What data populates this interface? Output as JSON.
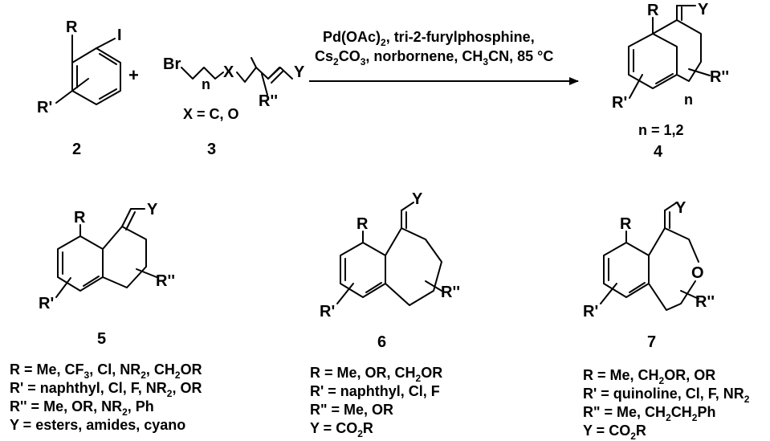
{
  "scheme": {
    "reaction": {
      "conditions_line1": "Pd(OAc)",
      "conditions_line1_sub": "2",
      "conditions_line1_tail": ", tri-2-furylphosphine,",
      "conditions_line2_a": "Cs",
      "conditions_line2_sub1": "2",
      "conditions_line2_b": "CO",
      "conditions_line2_sub2": "3",
      "conditions_line2_c": ", norbornene, CH",
      "conditions_line2_sub3": "3",
      "conditions_line2_d": "CN, 85 °C"
    },
    "compound_2": {
      "number": "2",
      "atom_R": "R",
      "atom_I": "I",
      "atom_Rp": "R'"
    },
    "plus": "+",
    "compound_3": {
      "number": "3",
      "atom_Br": "Br",
      "atom_X": "X",
      "atom_n": "n",
      "atom_Y": "Y",
      "atom_Rpp": "R''",
      "note": "X = C, O"
    },
    "compound_4": {
      "number": "4",
      "atom_R": "R",
      "atom_Y": "Y",
      "atom_Rp": "R'",
      "atom_Rpp": "R''",
      "atom_n": "n",
      "note": "n = 1,2"
    },
    "compound_5": {
      "number": "5",
      "atom_R": "R",
      "atom_Y": "Y",
      "atom_Rp": "R'",
      "atom_Rpp": "R''",
      "desc": [
        {
          "a": "R = Me, CF",
          "s": "3",
          "b": ", Cl, NR",
          "s2": "2",
          "c": ", CH",
          "s3": "2",
          "d": "OR"
        },
        {
          "a": "R' = naphthyl, Cl, F, NR",
          "s": "2",
          "b": ", OR"
        },
        {
          "a": "R'' = Me, OR, NR",
          "s": "2",
          "b": ", Ph"
        },
        {
          "a": "Y = esters, amides, cyano"
        }
      ]
    },
    "compound_6": {
      "number": "6",
      "atom_R": "R",
      "atom_Y": "Y",
      "atom_Rp": "R'",
      "atom_Rpp": "R''",
      "desc": [
        {
          "a": "R = Me, OR, CH",
          "s": "2",
          "b": "OR"
        },
        {
          "a": "R' = naphthyl, Cl, F"
        },
        {
          "a": "R\" = Me, OR"
        },
        {
          "a": "Y = CO",
          "s": "2",
          "b": "R"
        }
      ]
    },
    "compound_7": {
      "number": "7",
      "atom_R": "R",
      "atom_Y": "Y",
      "atom_O": "O",
      "atom_Rp": "R'",
      "atom_Rpp": "R''",
      "desc": [
        {
          "a": "R = Me, CH",
          "s": "2",
          "b": "OR, OR"
        },
        {
          "a": "R' = quinoline, Cl, F, NR",
          "s": "2"
        },
        {
          "a": "R\" = Me, CH",
          "s": "2",
          "b": "CH",
          "s2": "2",
          "c": "Ph"
        },
        {
          "a": "Y = CO",
          "s": "2",
          "b": "R"
        }
      ]
    }
  }
}
